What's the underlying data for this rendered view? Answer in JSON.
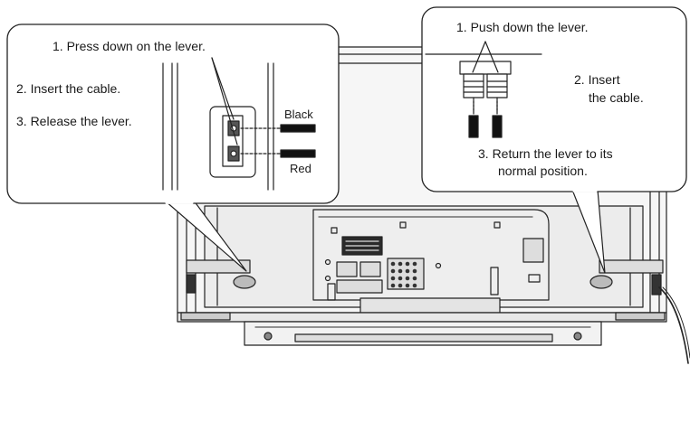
{
  "left_callout": {
    "step1": "1. Press down on the lever.",
    "step2": "2. Insert the cable.",
    "step3": "3. Release the lever.",
    "label_black": "Black",
    "label_red": "Red"
  },
  "right_callout": {
    "step1": "1. Push down the lever.",
    "step2_line1": "2. Insert",
    "step2_line2": "the cable.",
    "step3_line1": "3. Return the lever to its",
    "step3_line2": "normal position."
  }
}
